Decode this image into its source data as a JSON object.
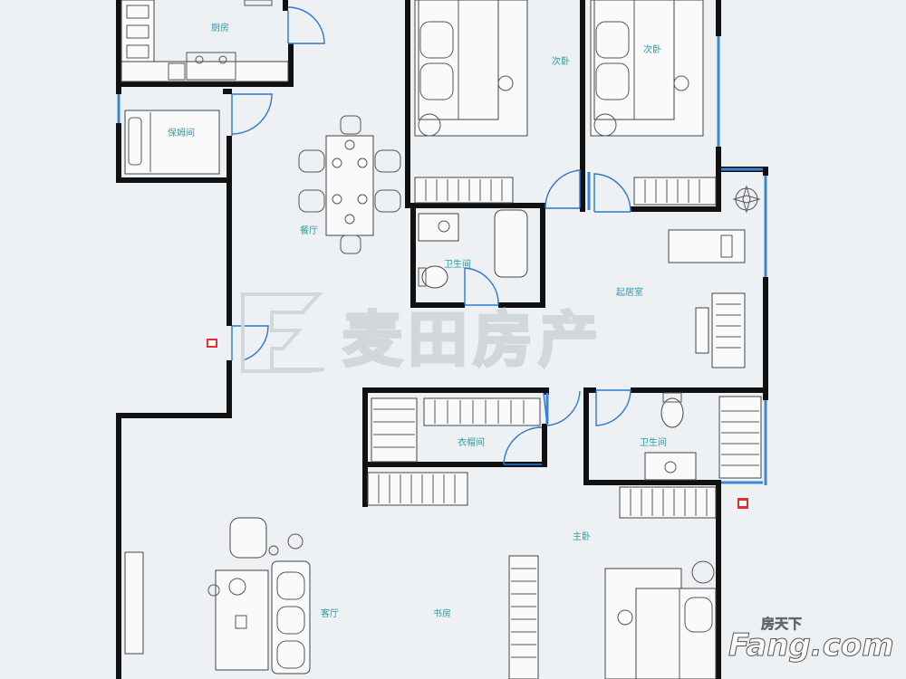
{
  "rooms": {
    "kitchen": "厨房",
    "nanny_room": "保姆间",
    "dining": "餐厅",
    "second_bedroom_1": "次卧",
    "second_bedroom_2": "次卧",
    "bathroom_1": "卫生间",
    "living_room": "起居室",
    "cloakroom": "衣帽间",
    "bathroom_2": "卫生间",
    "master_bedroom": "主卧",
    "sitting_room": "客厅",
    "study": "书房"
  },
  "watermark": {
    "text": "麦田房产"
  },
  "logo": {
    "cn": "房天下",
    "en": "Fang.com"
  },
  "colors": {
    "wall": "#111111",
    "window": "#3a86d6",
    "door": "#2a78d4",
    "label": "#2f9aa6",
    "entry": "#e0322c"
  }
}
